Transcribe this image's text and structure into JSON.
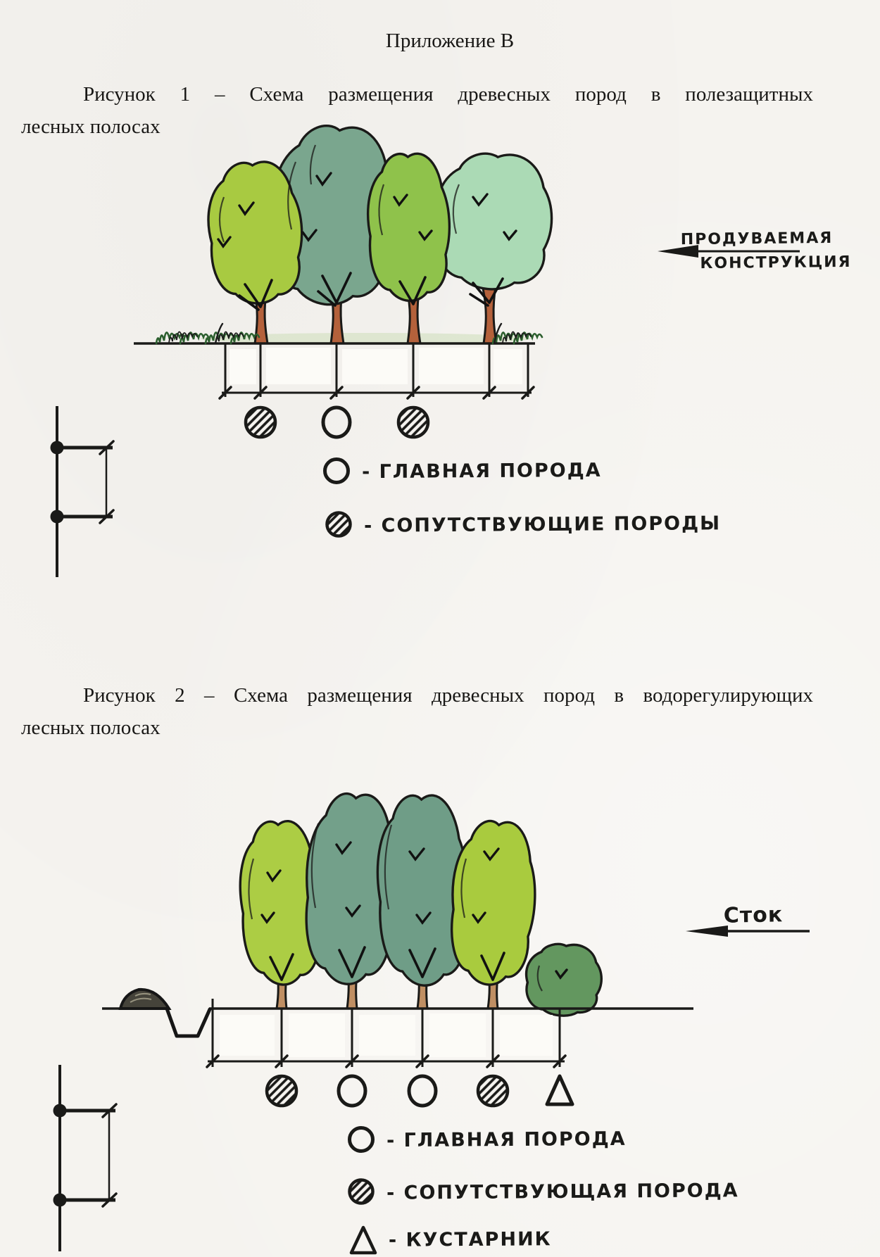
{
  "page": {
    "title": "Приложение В",
    "paper_color": "#f5f3ef",
    "ink_color": "#1a1a18"
  },
  "figure1": {
    "caption_line1": "Рисунок 1 – Схема размещения древесных пород в полезащитных",
    "caption_line2": "лесных полосах",
    "annotation": {
      "line1": "ПРОДУВАЕМАЯ",
      "line2": "КОНСТРУКЦИЯ",
      "arrow_direction": "left"
    },
    "symbols_row": [
      "hatched-circle",
      "open-circle",
      "hatched-circle"
    ],
    "legend": [
      {
        "symbol": "open-circle",
        "label": "- ГЛАВНАЯ ПОРОДА"
      },
      {
        "symbol": "hatched-circle",
        "label": "- СОПУТСТВУЮЩИЕ ПОРОДЫ"
      }
    ],
    "colors": {
      "tree1": "#a8ca41",
      "tree2": "#7aa68e",
      "tree3": "#8fc24b",
      "tree4": "#abdab5",
      "trunk": "#b4613b",
      "grass": "#2c5f2e"
    }
  },
  "figure2": {
    "caption_line1": "Рисунок 2 – Схема размещения древесных пород в водорегулирующих",
    "caption_line2": "лесных полосах",
    "annotation": {
      "label": "Сток",
      "arrow_direction": "left"
    },
    "symbols_row": [
      "hatched-circle",
      "open-circle",
      "open-circle",
      "hatched-circle",
      "triangle"
    ],
    "legend": [
      {
        "symbol": "open-circle",
        "label": "- ГЛАВНАЯ ПОРОДА"
      },
      {
        "symbol": "hatched-circle",
        "label": "- СОПУТСТВУЮЩАЯ ПОРОДА"
      },
      {
        "symbol": "triangle",
        "label": "- КУСТАРНИК"
      }
    ],
    "colors": {
      "tree1": "#accd44",
      "tree2": "#73a08a",
      "tree3": "#6f9d87",
      "tree4": "#a9cb3e",
      "shrub": "#63975f",
      "trunk": "#c08f63",
      "mound": "#45433a"
    }
  }
}
